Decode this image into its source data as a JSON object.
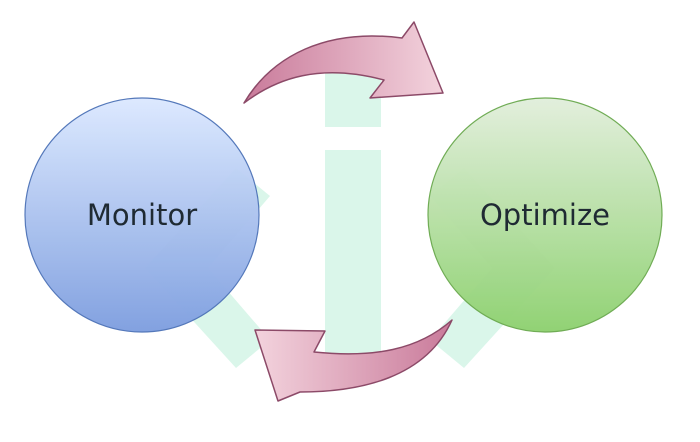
{
  "diagram": {
    "nodes": [
      {
        "id": "monitor",
        "label": "Monitor",
        "fill_top": "#dce9ff",
        "fill_bottom": "#7f9fe0",
        "stroke": "#4f74b8"
      },
      {
        "id": "optimize",
        "label": "Optimize",
        "fill_top": "#e2efdc",
        "fill_bottom": "#8ed170",
        "stroke": "#6caa50"
      }
    ],
    "arrows": [
      {
        "id": "arrow-monitor-to-optimize",
        "from": "monitor",
        "to": "optimize",
        "color_dark": "#c97a9a",
        "color_light": "#f3d3dd",
        "stroke": "#8c4a68"
      },
      {
        "id": "arrow-optimize-to-monitor",
        "from": "optimize",
        "to": "monitor",
        "color_dark": "#c97a9a",
        "color_light": "#f3d3dd",
        "stroke": "#8c4a68"
      }
    ],
    "watermark": {
      "icon": "code-brackets-info-icon",
      "color": "#9fe8c9"
    }
  }
}
